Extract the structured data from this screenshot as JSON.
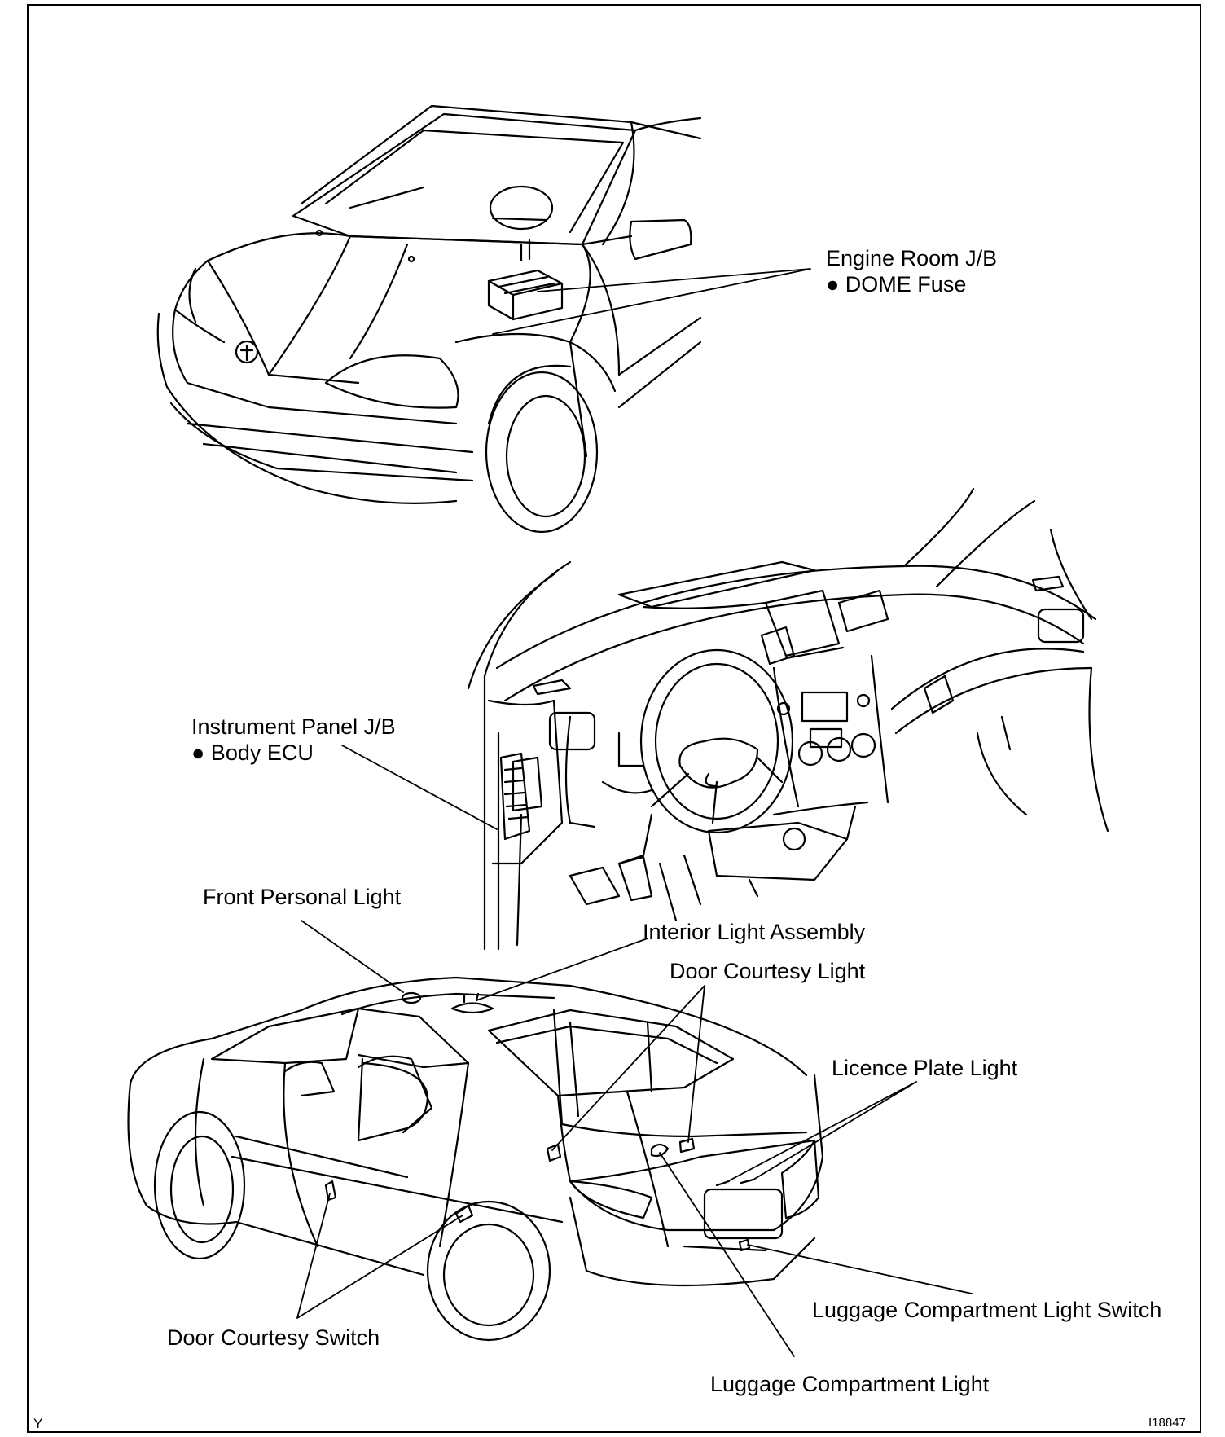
{
  "labels": {
    "engine_room_jb": "Engine Room J/B",
    "dome_fuse": "● DOME Fuse",
    "instrument_panel_jb": "Instrument Panel J/B",
    "body_ecu": "● Body ECU",
    "front_personal_light": "Front Personal Light",
    "interior_light_assembly": "Interior Light Assembly",
    "door_courtesy_light": "Door Courtesy Light",
    "licence_plate_light": "Licence Plate Light",
    "luggage_compartment_light_switch": "Luggage Compartment Light Switch",
    "door_courtesy_switch": "Door Courtesy Switch",
    "luggage_compartment_light": "Luggage Compartment Light"
  },
  "corner_marks": {
    "bottom_left": "Y",
    "figure_id": "I18847"
  }
}
